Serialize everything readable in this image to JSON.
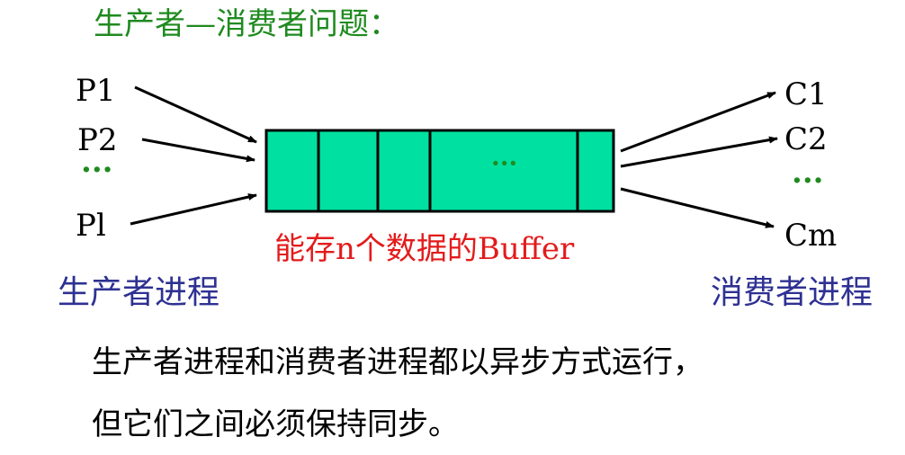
{
  "title": "生产者—消费者问题：",
  "producers": {
    "items": [
      "P1",
      "P2",
      "···",
      "Pl"
    ],
    "group_label": "生产者进程"
  },
  "consumers": {
    "items": [
      "C1",
      "C2",
      "···",
      "Cm"
    ],
    "group_label": "消费者进程"
  },
  "buffer": {
    "ellipsis": "···",
    "label": "能存n个数据的Buffer",
    "fill_color": "#00e0a0"
  },
  "description": {
    "line1": "生产者进程和消费者进程都以异步方式运行，",
    "line2": "但它们之间必须保持同步。"
  },
  "colors": {
    "title": "#1f8a1f",
    "buffer_label": "#e31b1b",
    "group_label": "#2e3192"
  }
}
